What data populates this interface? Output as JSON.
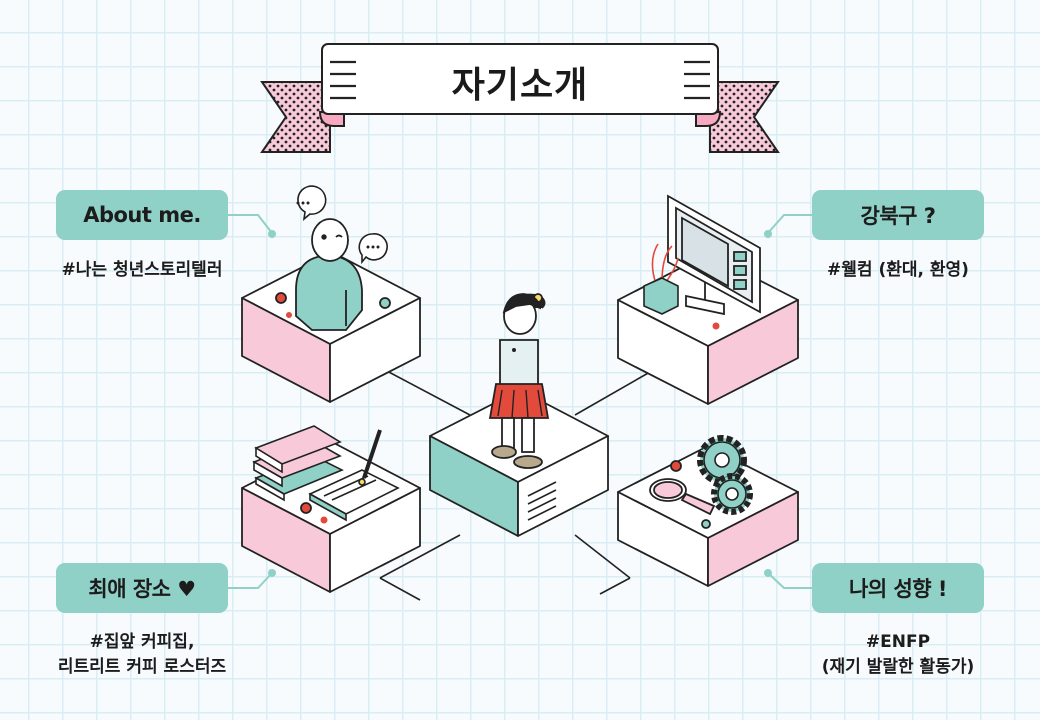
{
  "banner": {
    "title": "자기소개"
  },
  "cards": [
    {
      "key": "about",
      "label": "About me.",
      "caption_lines": [
        "#나는 청년스토리텔러"
      ]
    },
    {
      "key": "location",
      "label": "강북구 ?",
      "caption_lines": [
        "#웰컴 (환대, 환영)"
      ]
    },
    {
      "key": "favorite",
      "label": "최애 장소 ♥",
      "caption_lines": [
        "#집앞 커피집,",
        "리트리트 커피 로스터즈"
      ]
    },
    {
      "key": "personality",
      "label": "나의 성향 !",
      "caption_lines": [
        "#ENFP",
        "(재기 발랄한 활동가)"
      ]
    }
  ],
  "colors": {
    "teal": "#8fd0c7",
    "pink": "#f7c9d9",
    "red_dot": "#e24a3b",
    "outline": "#222222",
    "grid": "#d9eef4"
  },
  "icons": [
    "speech-bubble-icon",
    "person-icon",
    "monitor-icon",
    "plant-icon",
    "books-icon",
    "notebook-icon",
    "pen-icon",
    "gear-icon",
    "magnifier-icon",
    "girl-figure"
  ]
}
